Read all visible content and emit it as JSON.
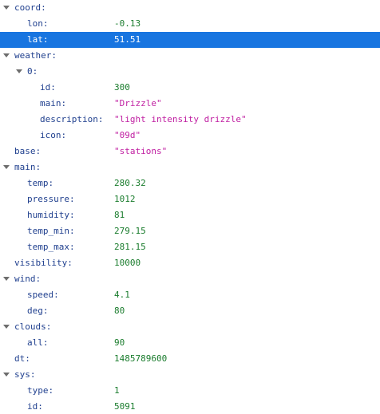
{
  "viewer": {
    "rows": [
      {
        "name": "coord-key-row",
        "key": "coord:",
        "expandable": true,
        "level": 0
      },
      {
        "name": "lon-row",
        "key": "lon:",
        "value": "-0.13",
        "type": "number",
        "level": 1
      },
      {
        "name": "lat-row",
        "key": "lat:",
        "value": "51.51",
        "type": "number",
        "level": 1,
        "selected": true
      },
      {
        "name": "weather-key-row",
        "key": "weather:",
        "expandable": true,
        "level": 0
      },
      {
        "name": "weather-0-row",
        "key": "0:",
        "expandable": true,
        "level": 1
      },
      {
        "name": "weather-id-row",
        "key": "id:",
        "value": "300",
        "type": "number",
        "level": 2
      },
      {
        "name": "weather-main-row",
        "key": "main:",
        "value": "\"Drizzle\"",
        "type": "string",
        "level": 2
      },
      {
        "name": "weather-description-row",
        "key": "description:",
        "value": "\"light intensity drizzle\"",
        "type": "string",
        "level": 2
      },
      {
        "name": "weather-icon-row",
        "key": "icon:",
        "value": "\"09d\"",
        "type": "string",
        "level": 2
      },
      {
        "name": "base-row",
        "key": "base:",
        "value": "\"stations\"",
        "type": "string",
        "level": 0
      },
      {
        "name": "main-key-row",
        "key": "main:",
        "expandable": true,
        "level": 0
      },
      {
        "name": "temp-row",
        "key": "temp:",
        "value": "280.32",
        "type": "number",
        "level": 1
      },
      {
        "name": "pressure-row",
        "key": "pressure:",
        "value": "1012",
        "type": "number",
        "level": 1
      },
      {
        "name": "humidity-row",
        "key": "humidity:",
        "value": "81",
        "type": "number",
        "level": 1
      },
      {
        "name": "temp-min-row",
        "key": "temp_min:",
        "value": "279.15",
        "type": "number",
        "level": 1
      },
      {
        "name": "temp-max-row",
        "key": "temp_max:",
        "value": "281.15",
        "type": "number",
        "level": 1
      },
      {
        "name": "visibility-row",
        "key": "visibility:",
        "value": "10000",
        "type": "number",
        "level": 0
      },
      {
        "name": "wind-key-row",
        "key": "wind:",
        "expandable": true,
        "level": 0
      },
      {
        "name": "wind-speed-row",
        "key": "speed:",
        "value": "4.1",
        "type": "number",
        "level": 1
      },
      {
        "name": "wind-deg-row",
        "key": "deg:",
        "value": "80",
        "type": "number",
        "level": 1
      },
      {
        "name": "clouds-key-row",
        "key": "clouds:",
        "expandable": true,
        "level": 0
      },
      {
        "name": "clouds-all-row",
        "key": "all:",
        "value": "90",
        "type": "number",
        "level": 1
      },
      {
        "name": "dt-row",
        "key": "dt:",
        "value": "1485789600",
        "type": "number",
        "level": 0
      },
      {
        "name": "sys-key-row",
        "key": "sys:",
        "expandable": true,
        "level": 0
      },
      {
        "name": "sys-type-row",
        "key": "type:",
        "value": "1",
        "type": "number",
        "level": 1
      },
      {
        "name": "sys-id-row",
        "key": "id:",
        "value": "5091",
        "type": "number",
        "level": 1
      }
    ]
  }
}
